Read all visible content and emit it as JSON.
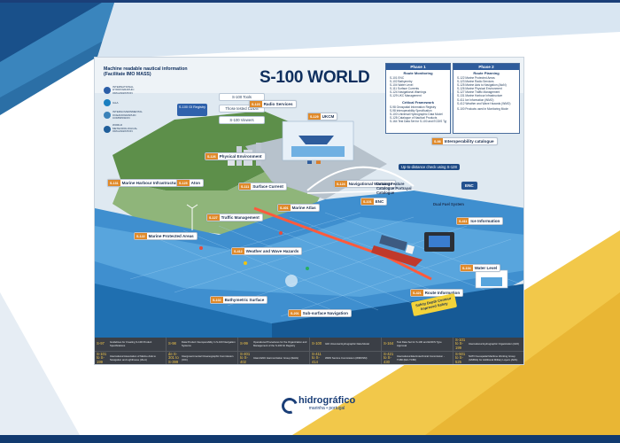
{
  "colors": {
    "navy": "#1b3f78",
    "teal": "#1e6fa3",
    "gold": "#f2c84a",
    "orange": "#e08a2a"
  },
  "poster": {
    "title": "S-100 WORLD",
    "subtitle": "Machine readable nautical information (Facilitate IMO MASS)",
    "orgs": [
      "INTERNATIONAL HYDROGRAPHIC ORGANIZATION",
      "IALA",
      "INTERGOVERNMENTAL OCEANOGRAPHIC COMMISSION",
      "WORLD METEOROLOGICAL ORGANIZATION"
    ],
    "registry": "S-100 GI Registry",
    "tools": [
      "S-100 Tools",
      "Those tested CDDS",
      "S-100 Viewers"
    ],
    "phase1": {
      "title": "Phase 1",
      "section_a": "Route Monitoring",
      "lines_a": [
        "S-101 ENC",
        "S-102 Bathymetry",
        "S-104 Water Level",
        "S-111 Surface Currents",
        "S-124 Navigational Warnings",
        "S-129 UKC Management"
      ],
      "section_b": "Critical Framework",
      "lines_b": [
        "S-98 Geospatial Information Registry",
        "S-98 Interoperability Specification",
        "S-100 Universal Hydrographic Data Model",
        "S-128 Catalogue of Nautical Products",
        "S-164 Test Data Set for S-100 and ECDIS Type Approval"
      ]
    },
    "phase2": {
      "title": "Phase 2",
      "section_a": "Route Planning",
      "lines_a": [
        "S-122 Marine Protected Areas",
        "S-123 Marine Radio Services",
        "S-125 Marine Aids to Navigation (AtoN)",
        "S-126 Marine Physical Environment",
        "S-127 Marine Traffic Management",
        "S-131 Marine Harbour Infrastructure",
        "S-411 Ice Information (WMO)",
        "S-412 Weather and Wave Hazards (WMO)"
      ],
      "lines_b": [
        "S-100 Products used in Monitoring Mode"
      ]
    },
    "callouts": [
      {
        "code": "S-123",
        "label": "Radio Services"
      },
      {
        "code": "S-126",
        "label": "Physical Environment"
      },
      {
        "code": "S-131",
        "label": "Marine Harbour Infrastructure"
      },
      {
        "code": "S-125",
        "label": "Aton"
      },
      {
        "code": "S-111",
        "label": "Surface Current"
      },
      {
        "code": "S-127",
        "label": "Traffic Management"
      },
      {
        "code": "S-122",
        "label": "Marine Protected Areas"
      },
      {
        "code": "S-412",
        "label": "Weather and Wave Hazards"
      },
      {
        "code": "S-102",
        "label": "Bathymetric Surface"
      },
      {
        "code": "S-104",
        "label": "Water Level"
      },
      {
        "code": "S-421",
        "label": "Route Information"
      },
      {
        "code": "S-124",
        "label": "Navigational Warnings"
      },
      {
        "code": "S-101",
        "label": "ENC"
      },
      {
        "code": "S-411",
        "label": "Ice Information"
      },
      {
        "code": "S-129",
        "label": "UKCM"
      },
      {
        "code": "S-98",
        "label": "Interoperability catalogue"
      },
      {
        "code": "S-401",
        "label": "Marine Atlas"
      },
      {
        "code": "S-201",
        "label": "Sub-surface Navigation"
      }
    ],
    "notes": {
      "uptodate": "Up-to-distance check using S-128",
      "dataset": "Dataset Feature Catalogue Portrayal Catalogue",
      "dualfuel": "Dual Fuel System",
      "enc": "ENC",
      "safety": "Safety Depth Contour Improved Safety"
    },
    "legend": [
      {
        "code": "S-97",
        "desc": "Guidelines for Creating S-100 Product Specifications"
      },
      {
        "code": "S-98",
        "desc": "Data Product Interoperability in S-100 Navigation Systems"
      },
      {
        "code": "S-99",
        "desc": "Operational Procedures for the Organization and Management of the S-100 GI Registry"
      },
      {
        "code": "S-100",
        "desc": "IHO Universal Hydrographic Data Model"
      },
      {
        "code": "S-164",
        "desc": "Test Data Set for S-100 and ECDIS Type Approval"
      },
      {
        "code": "S-101 to S-199",
        "desc": "International Hydrographic Organization (IHO)"
      },
      {
        "code": "S-101 to S-199",
        "desc": "International Association of Marine Aids to Navigation and Lighthouse (IALA)"
      },
      {
        "code": "de S-301 to S-399",
        "desc": "Intergovernmental Oceanographic Commission (IOC)"
      },
      {
        "code": "S-401 to S-402",
        "desc": "Inland ENC Harmonization Group (IEHG)"
      },
      {
        "code": "S-411 to S-414",
        "desc": "WMO Service Commission (WMOSM)"
      },
      {
        "code": "S-421 to S-430",
        "desc": "International Electrotechnical Commission - TC80 (IEC-TC80)"
      },
      {
        "code": "S-501 to S-525",
        "desc": "NATO Geospatial Maritime Working Group (GMWG) for Additional Military Layers (AML)"
      }
    ]
  },
  "logo": {
    "name": "hidrográfico",
    "tagline": "marinha • portugal"
  }
}
